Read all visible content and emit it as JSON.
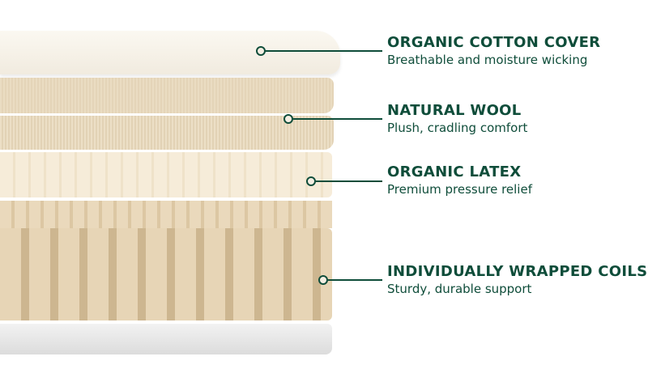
{
  "accent_color": "#0f4d3a",
  "layers": [
    {
      "title": "ORGANIC COTTON COVER",
      "description": "Breathable and moisture wicking"
    },
    {
      "title": "NATURAL WOOL",
      "description": "Plush, cradling comfort"
    },
    {
      "title": "ORGANIC LATEX",
      "description": "Premium pressure relief"
    },
    {
      "title": "INDIVIDUALLY WRAPPED COILS",
      "description": "Sturdy, durable support"
    }
  ]
}
